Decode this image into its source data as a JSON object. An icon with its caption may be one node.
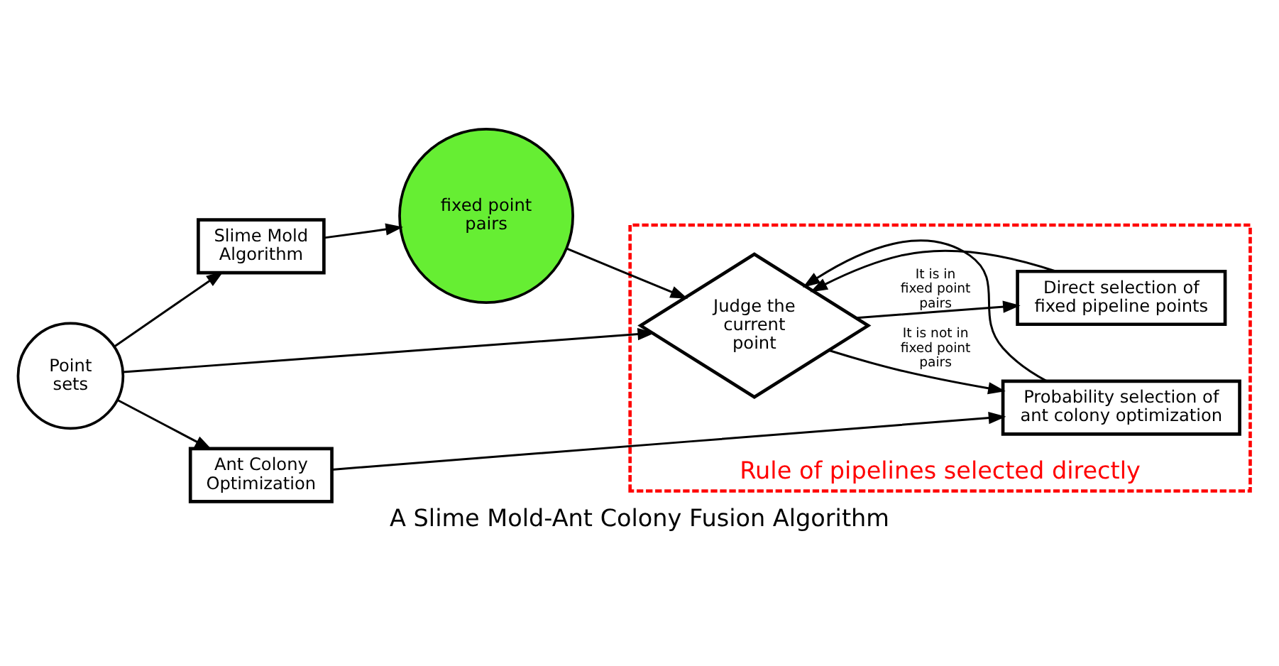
{
  "diagram": {
    "caption": "A Slime Mold-Ant Colony Fusion Algorithm",
    "nodes": [
      {
        "text": [
          "Slime Mold Algorithm"
        ]
      },
      {
        "text": [
          "fixed point pairs"
        ]
      },
      {
        "text": [
          "Rule of pipelines selected directly"
        ]
      },
      {
        "text": [
          "Judge the current point"
        ],
        "in": 2
      },
      {
        "text": [
          "Direct selection of fixed pipeline points"
        ],
        "in": 2
      },
      {
        "text": [
          "Probability selection of ant colony optimization"
        ],
        "in": 2
      },
      {
        "text": [
          "Point sets"
        ]
      },
      {
        "text": [
          "Ant Colony Optimization"
        ]
      }
    ],
    "edges": [
      {
        "from": 0,
        "to": 1,
        "arrow": "to"
      },
      {
        "from": 1,
        "to": 3,
        "arrow": "to"
      },
      {
        "from": 6,
        "to": 3,
        "arrow": "to"
      },
      {
        "from": 6,
        "to": 0,
        "arrow": "to"
      },
      {
        "from": 3,
        "to": 4,
        "arrow": "to",
        "label": "It is in fixed point pairs"
      },
      {
        "from": 3,
        "to": 5,
        "arrow": "to",
        "label": "It is not in fixed point pairs"
      },
      {
        "from": 6,
        "to": 7,
        "arrow": "to"
      },
      {
        "from": 7,
        "to": 5,
        "arrow": "to"
      },
      {
        "from": 4,
        "to": 3,
        "arrow": "to"
      },
      {
        "from": 5,
        "to": 3,
        "arrow": "to"
      }
    ]
  }
}
